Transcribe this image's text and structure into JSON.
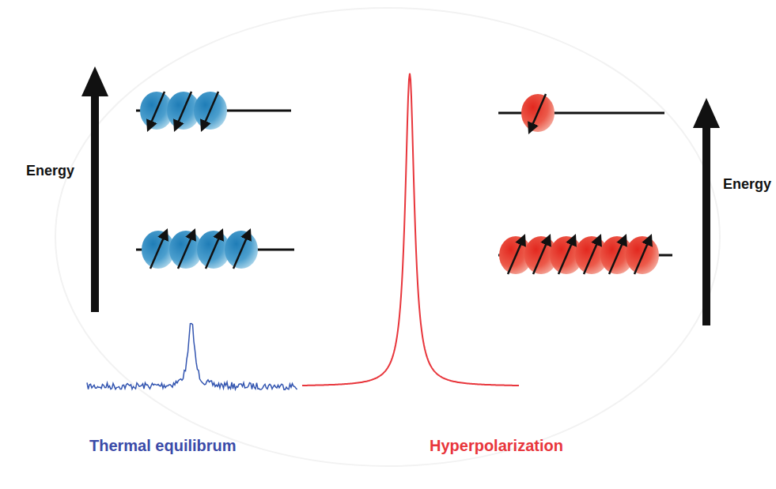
{
  "diagram": {
    "labels": [
      "Energy",
      "Energy",
      "Thermal equilibrum",
      "Hyperpolarization"
    ]
  }
}
